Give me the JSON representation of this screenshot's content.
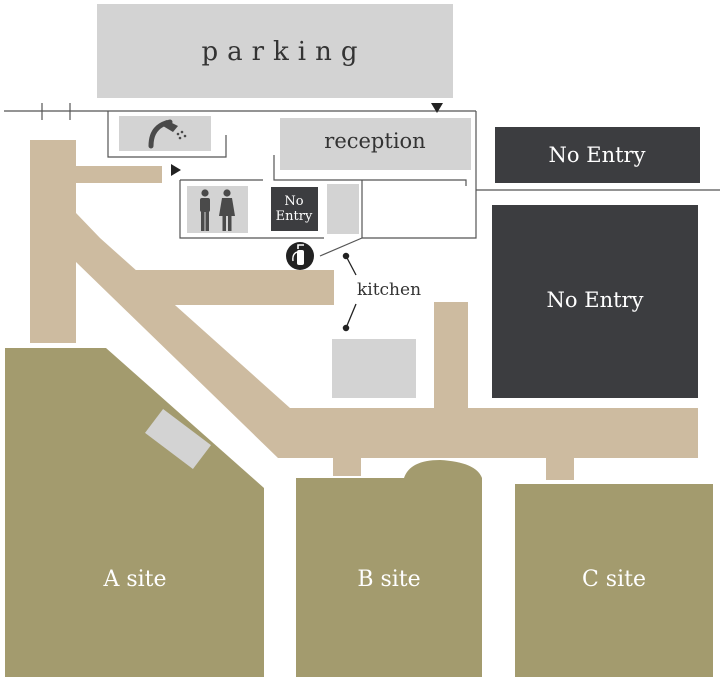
{
  "map": {
    "labels": {
      "parking": "parking",
      "reception": "reception",
      "no_entry_top": "No Entry",
      "no_entry_large": "No Entry",
      "no_entry_small_line1": "No",
      "no_entry_small_line2": "Entry",
      "kitchen": "kitchen",
      "site_a": "A site",
      "site_b": "B site",
      "site_c": "C site"
    },
    "icons": [
      "shower-icon",
      "restroom-icon",
      "fire-extinguisher-icon",
      "entrance-arrow-icon"
    ],
    "colors": {
      "path": "#cdbba0",
      "site": "#a39b6e",
      "building": "#d3d3d3",
      "no_entry": "#3c3d40",
      "outline": "#555555"
    }
  }
}
